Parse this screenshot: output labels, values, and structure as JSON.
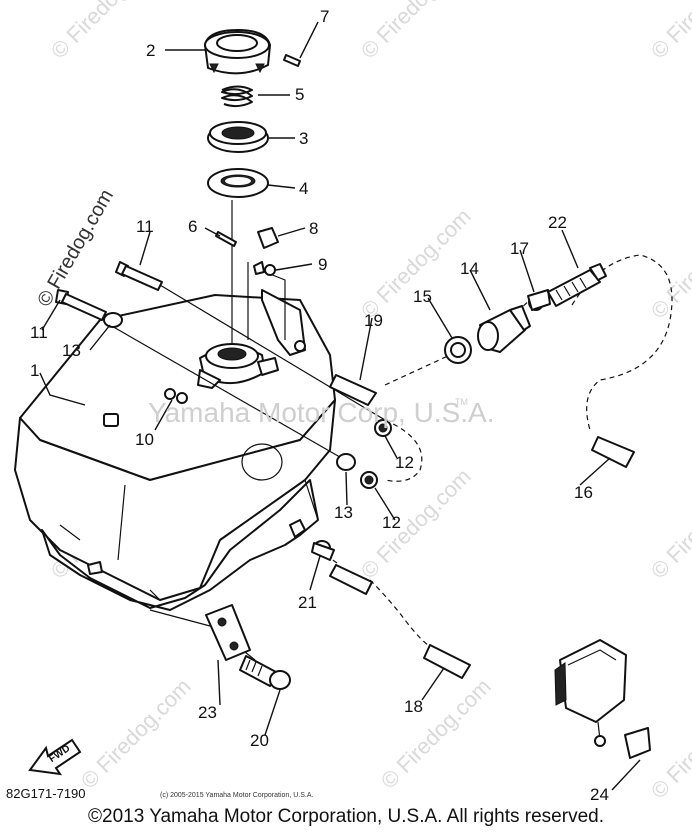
{
  "watermarks": {
    "center": "Yamaha Motor Corp, U.S.A.",
    "repeat": "© Firedog.com",
    "tm": "TM"
  },
  "part_numbers": {
    "p1": "1",
    "p2": "2",
    "p3": "3",
    "p4": "4",
    "p5": "5",
    "p6": "6",
    "p7": "7",
    "p8": "8",
    "p9": "9",
    "p10": "10",
    "p11a": "11",
    "p11b": "11",
    "p12a": "12",
    "p12b": "12",
    "p13a": "13",
    "p13b": "13",
    "p14": "14",
    "p15": "15",
    "p16": "16",
    "p17": "17",
    "p18": "18",
    "p19": "19",
    "p20": "20",
    "p21": "21",
    "p22": "22",
    "p23": "23",
    "p24": "24"
  },
  "footer": {
    "catalog_code": "82G171-7190",
    "small_copyright": "(c) 2005-2015 Yamaha Motor Corporation, U.S.A.",
    "copyright": "©2013 Yamaha Motor Corporation, U.S.A. All rights reserved."
  },
  "fwd_arrow_label": "FWD"
}
